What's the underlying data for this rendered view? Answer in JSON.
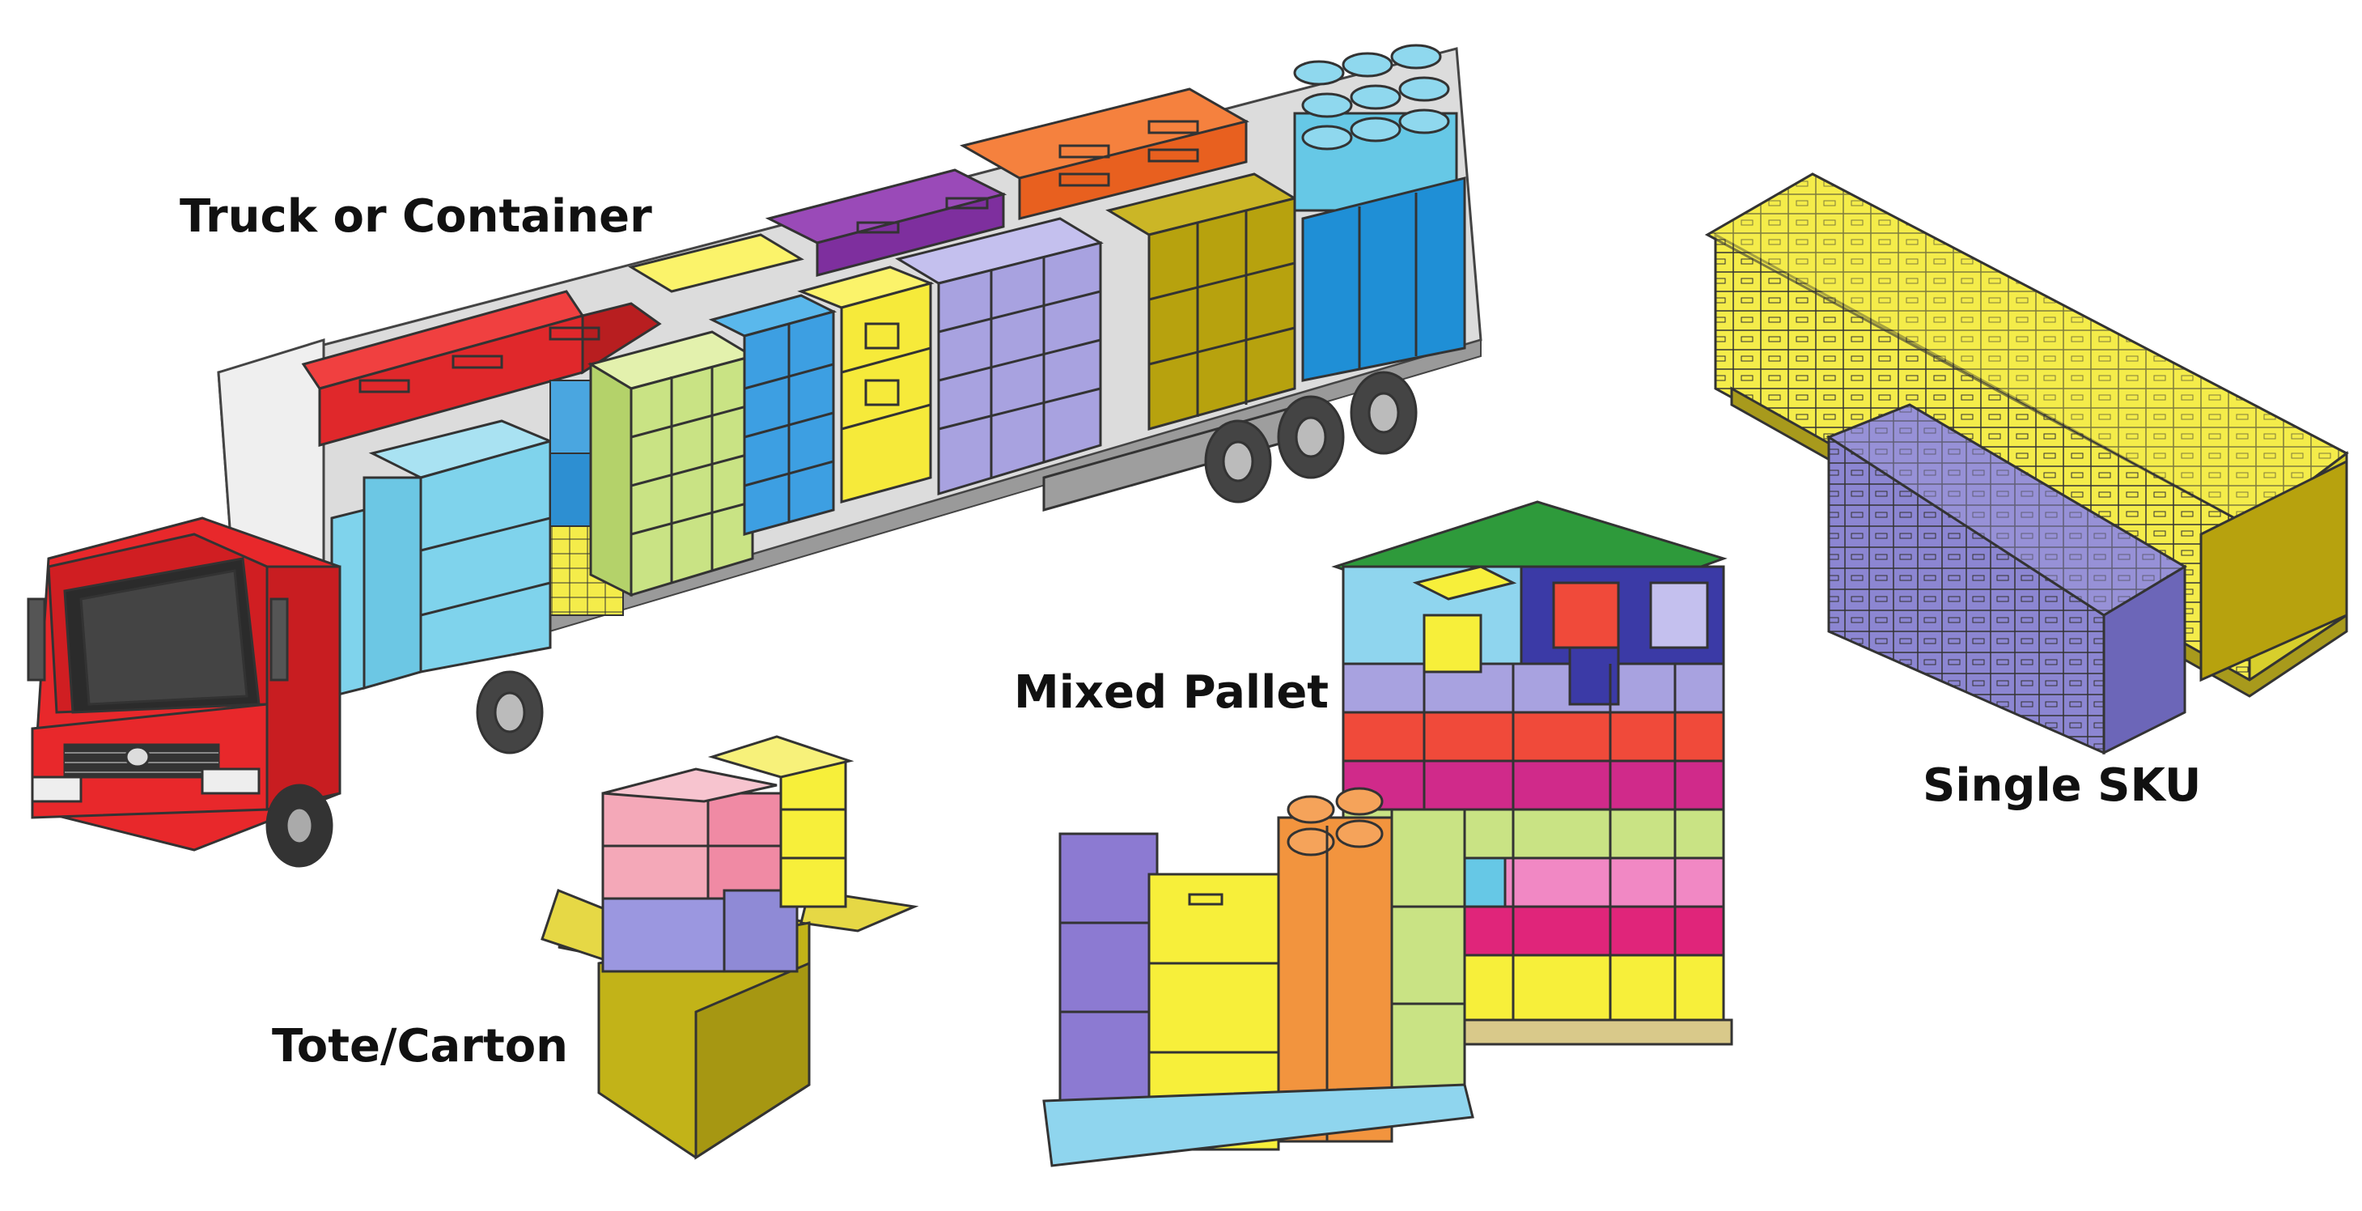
{
  "labels": {
    "truck": "Truck or Container",
    "single_sku": "Single SKU",
    "mixed_pallet": "Mixed Pallet",
    "tote_carton": "Tote/Carton"
  },
  "colors": {
    "truck_red": "#e8282b",
    "trailer_gray": "#d9d9d9",
    "cyan": "#7cd1ec",
    "blue": "#2a8fd8",
    "purple": "#8b3aa8",
    "orange": "#f26a2e",
    "yellow": "#f7ef3a",
    "light_green": "#cfe68a",
    "olive": "#b7a20e",
    "lavender": "#a8a2e0",
    "pink": "#f4a8b8",
    "magenta": "#e0257a",
    "dark_green": "#2d9a3a",
    "navy": "#3b3aa6"
  }
}
